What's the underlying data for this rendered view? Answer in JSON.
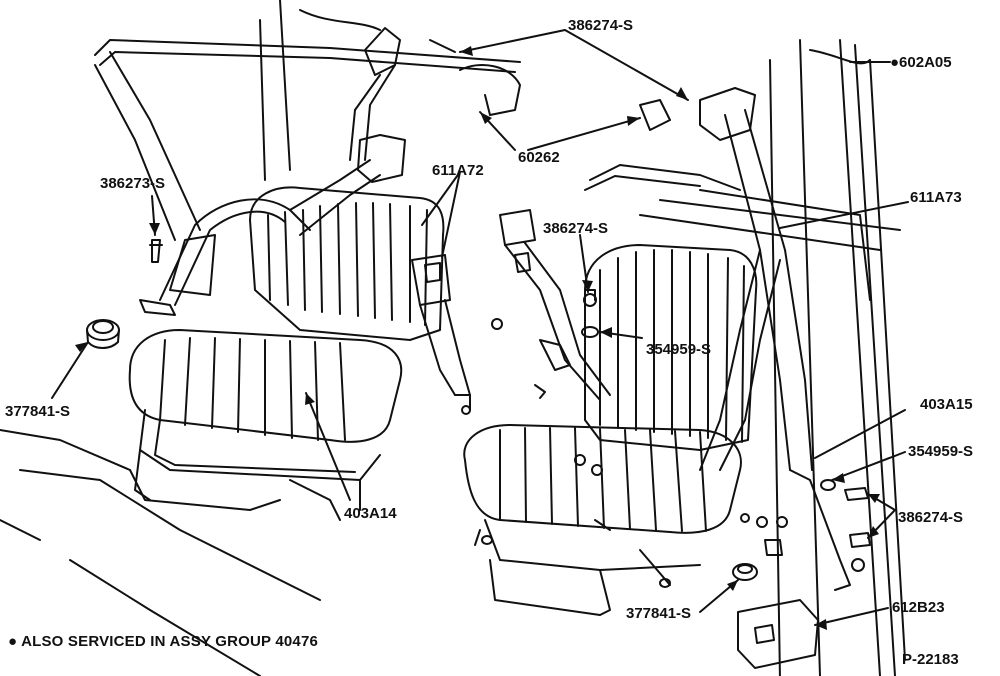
{
  "labels": {
    "p386274_top": "386274-S",
    "p602A05": "●602A05",
    "p60262": "60262",
    "p386273": "386273-S",
    "p611A72": "611A72",
    "p611A73": "611A73",
    "p386274_mid": "386274-S",
    "p354959_center": "354959-S",
    "p377841_left": "377841-S",
    "p403A15": "403A15",
    "p354959_right": "354959-S",
    "p386274_right": "386274-S",
    "p403A14": "403A14",
    "p377841_bottom": "377841-S",
    "p612B23": "612B23"
  },
  "footnote": "● ALSO SERVICED IN ASSY GROUP 40476",
  "figure_id": "P-22183"
}
